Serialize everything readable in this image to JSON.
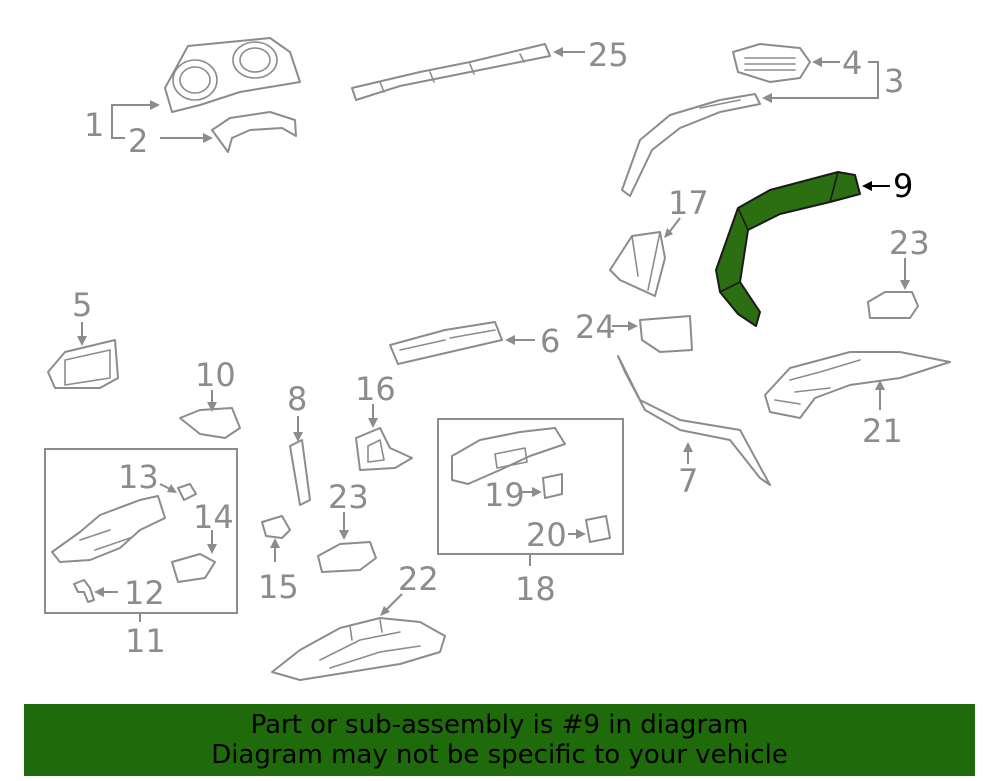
{
  "diagram": {
    "highlighted_part": "9",
    "callouts": {
      "c1": "1",
      "c2": "2",
      "c3": "3",
      "c4": "4",
      "c5": "5",
      "c6": "6",
      "c7": "7",
      "c8": "8",
      "c9": "9",
      "c10": "10",
      "c11": "11",
      "c12": "12",
      "c13": "13",
      "c14": "14",
      "c15": "15",
      "c16": "16",
      "c17": "17",
      "c18": "18",
      "c19": "19",
      "c20": "20",
      "c21": "21",
      "c22": "22",
      "c23a": "23",
      "c23b": "23",
      "c24": "24",
      "c25": "25"
    },
    "colors": {
      "line": "#8c8c8c",
      "highlight": "#2c6e12",
      "banner": "#1f6b0b"
    }
  },
  "banner": {
    "line1": "Part or sub-assembly is #9 in diagram",
    "line2": "Diagram may not be specific to your vehicle"
  }
}
